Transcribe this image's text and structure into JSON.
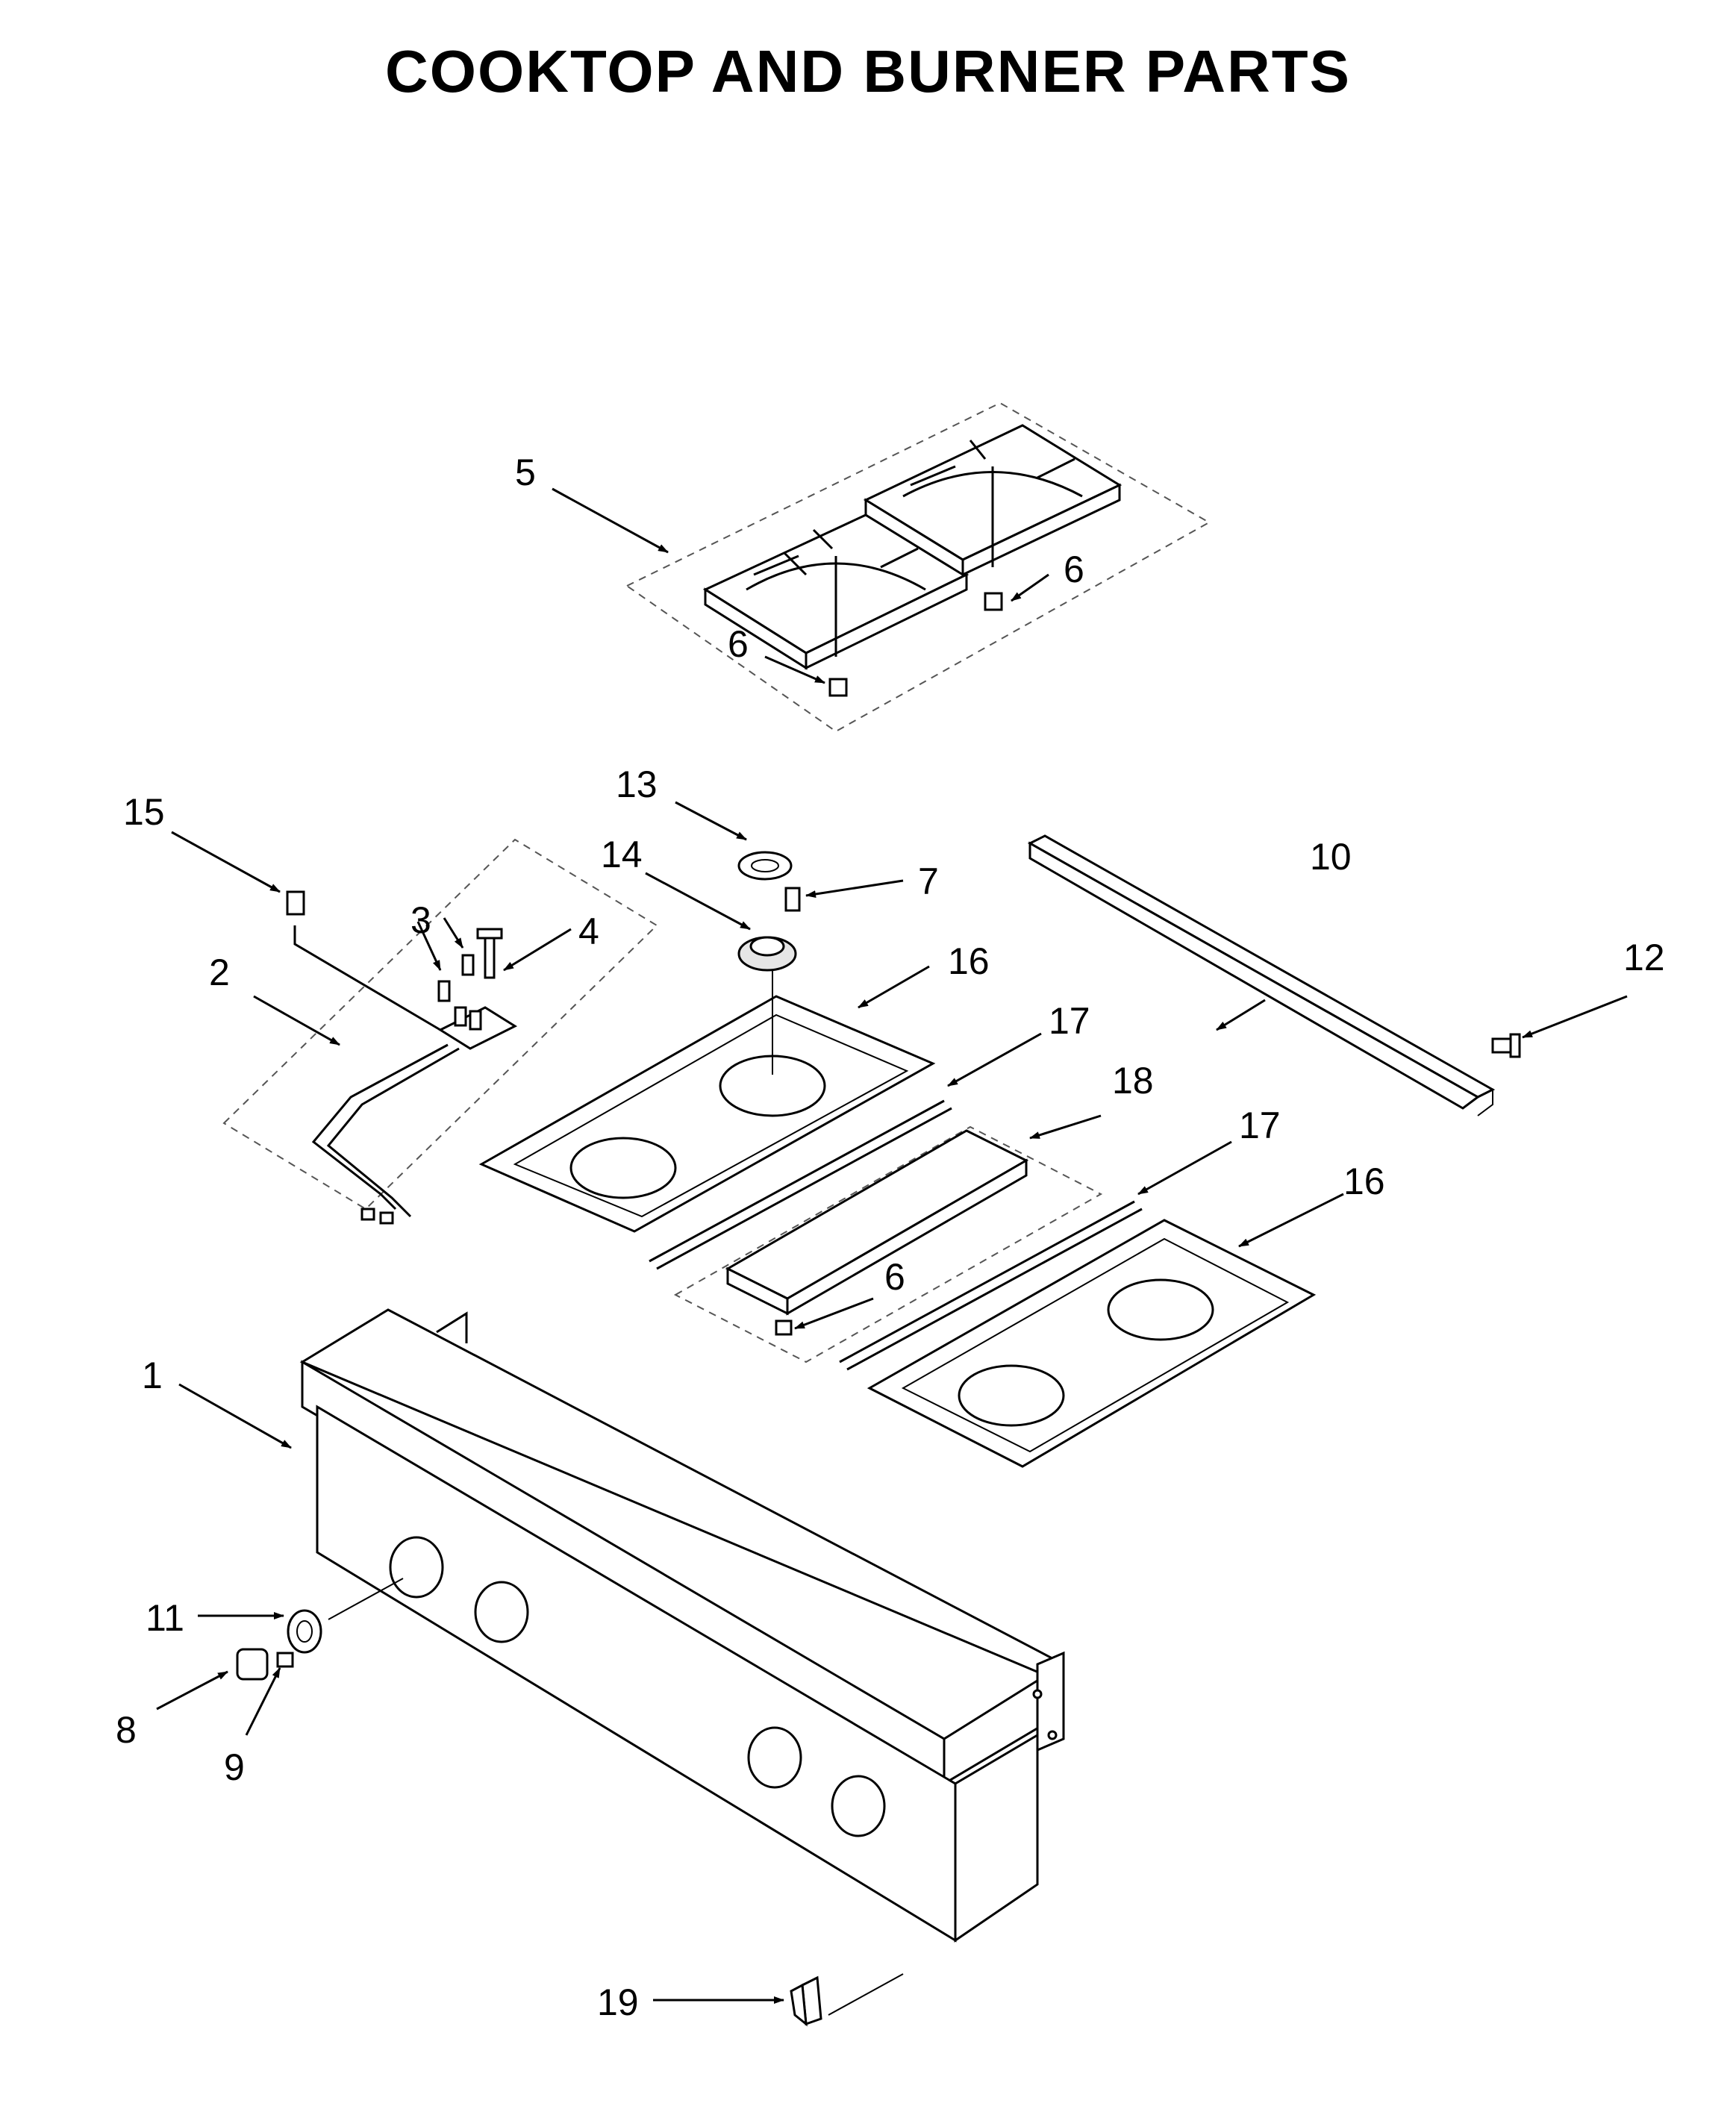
{
  "title": "COOKTOP AND BURNER PARTS",
  "callouts": {
    "c1": "1",
    "c2": "2",
    "c3": "3",
    "c4": "4",
    "c5": "5",
    "c6a": "6",
    "c6b": "6",
    "c6c": "6",
    "c7": "7",
    "c8": "8",
    "c9": "9",
    "c10": "10",
    "c11": "11",
    "c12": "12",
    "c13": "13",
    "c14": "14",
    "c15": "15",
    "c16a": "16",
    "c16b": "16",
    "c17a": "17",
    "c17b": "17",
    "c18": "18",
    "c19": "19"
  }
}
